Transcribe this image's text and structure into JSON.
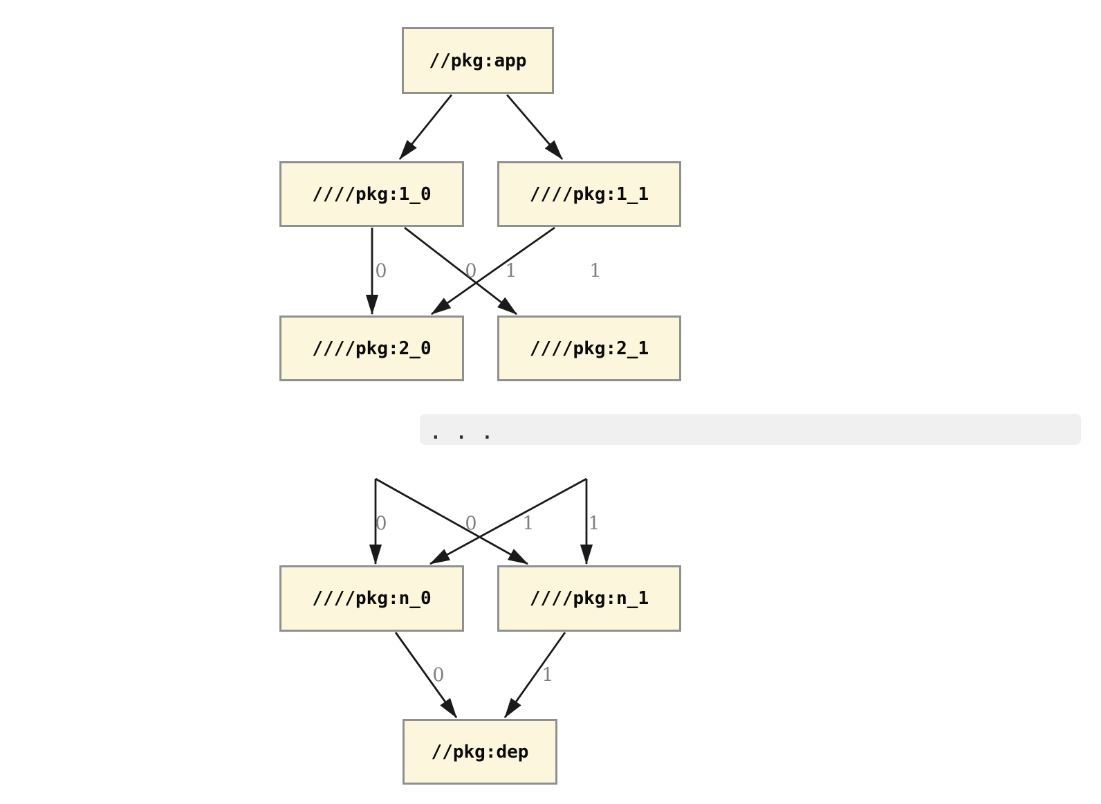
{
  "diagram": {
    "type": "dependency-graph",
    "nodes": {
      "app": {
        "label": "//pkg:app"
      },
      "v1_0": {
        "label": "////pkg:1_0"
      },
      "v1_1": {
        "label": "////pkg:1_1"
      },
      "v2_0": {
        "label": "////pkg:2_0"
      },
      "v2_1": {
        "label": "////pkg:2_1"
      },
      "vn_0": {
        "label": "////pkg:n_0"
      },
      "vn_1": {
        "label": "////pkg:n_1"
      },
      "dep": {
        "label": "//pkg:dep"
      }
    },
    "edge_labels": {
      "v1_0_to_v2_0": "0",
      "v1_1_to_v2_0": "0",
      "v1_0_to_v2_1": "1",
      "v1_1_to_v2_1": "1",
      "mid_left_to_vn_0": "0",
      "mid_right_to_vn_0": "0",
      "mid_left_to_vn_1": "1",
      "mid_right_to_vn_1": "1",
      "vn_0_to_dep": "0",
      "vn_1_to_dep": "1"
    },
    "ellipsis": {
      "text": ". . ."
    },
    "colors": {
      "node_fill": "#FCF6DD",
      "node_border": "#8E9190",
      "edge": "#1A1A1A",
      "edge_label": "#7F7F7F",
      "ellipsis_band_bg": "#F0F0F0",
      "ellipsis_text": "#2E2E2E",
      "background": "#FFFFFF"
    }
  }
}
